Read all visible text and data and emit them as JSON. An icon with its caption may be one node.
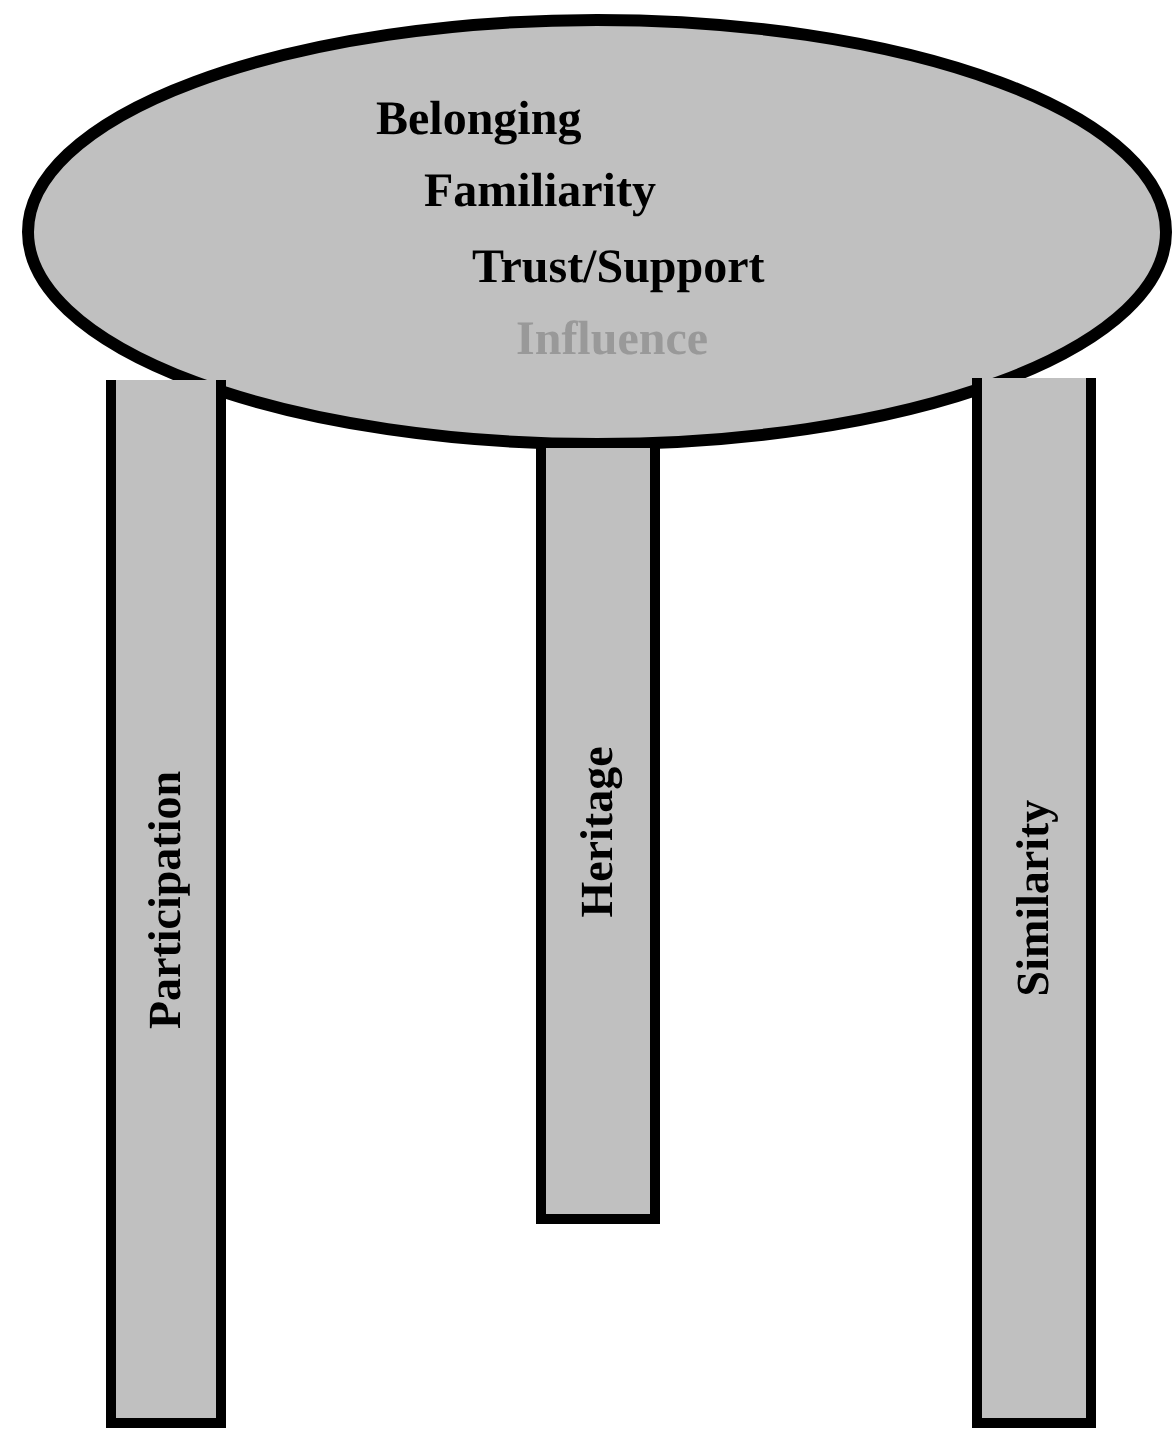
{
  "diagram": {
    "nodes": [
      {
        "text": [
          "Belonging",
          "Familiarity",
          "Trust/Support",
          "Influence"
        ]
      },
      {
        "text": [
          "Participation"
        ]
      },
      {
        "text": [
          "Heritage"
        ]
      },
      {
        "text": [
          "Similarity"
        ]
      }
    ]
  }
}
